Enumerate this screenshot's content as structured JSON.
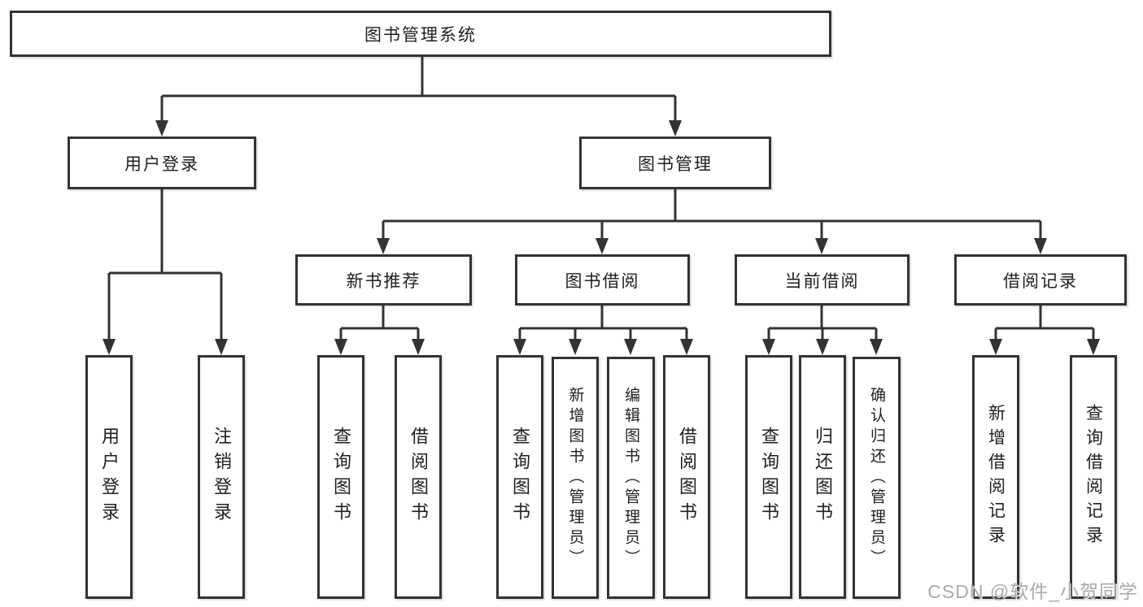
{
  "diagram": {
    "title": "图书管理系统",
    "type": "hierarchy-tree",
    "colors": {
      "line": "#333333",
      "box_border": "#333333",
      "box_fill": "#ffffff",
      "text": "#1f1f1f",
      "background": "#ffffff",
      "watermark": "#aaaaaa"
    }
  },
  "tree": {
    "root": {
      "label": "图书管理系统"
    },
    "branches": [
      {
        "label": "用户登录",
        "children": [
          {
            "label": "用户登录"
          },
          {
            "label": "注销登录"
          }
        ]
      },
      {
        "label": "图书管理",
        "groups": [
          {
            "label": "新书推荐",
            "children": [
              {
                "label": "查询图书"
              },
              {
                "label": "借阅图书"
              }
            ]
          },
          {
            "label": "图书借阅",
            "children": [
              {
                "label": "查询图书"
              },
              {
                "label": "新增图书（管理员）"
              },
              {
                "label": "编辑图书（管理员）"
              },
              {
                "label": "借阅图书"
              }
            ]
          },
          {
            "label": "当前借阅",
            "children": [
              {
                "label": "查询图书"
              },
              {
                "label": "归还图书"
              },
              {
                "label": "确认归还（管理员）"
              }
            ]
          },
          {
            "label": "借阅记录",
            "children": [
              {
                "label": "新增借阅记录"
              },
              {
                "label": "查询借阅记录"
              }
            ]
          }
        ]
      }
    ]
  },
  "watermark": {
    "text": "CSDN @软件_小贺同学"
  }
}
